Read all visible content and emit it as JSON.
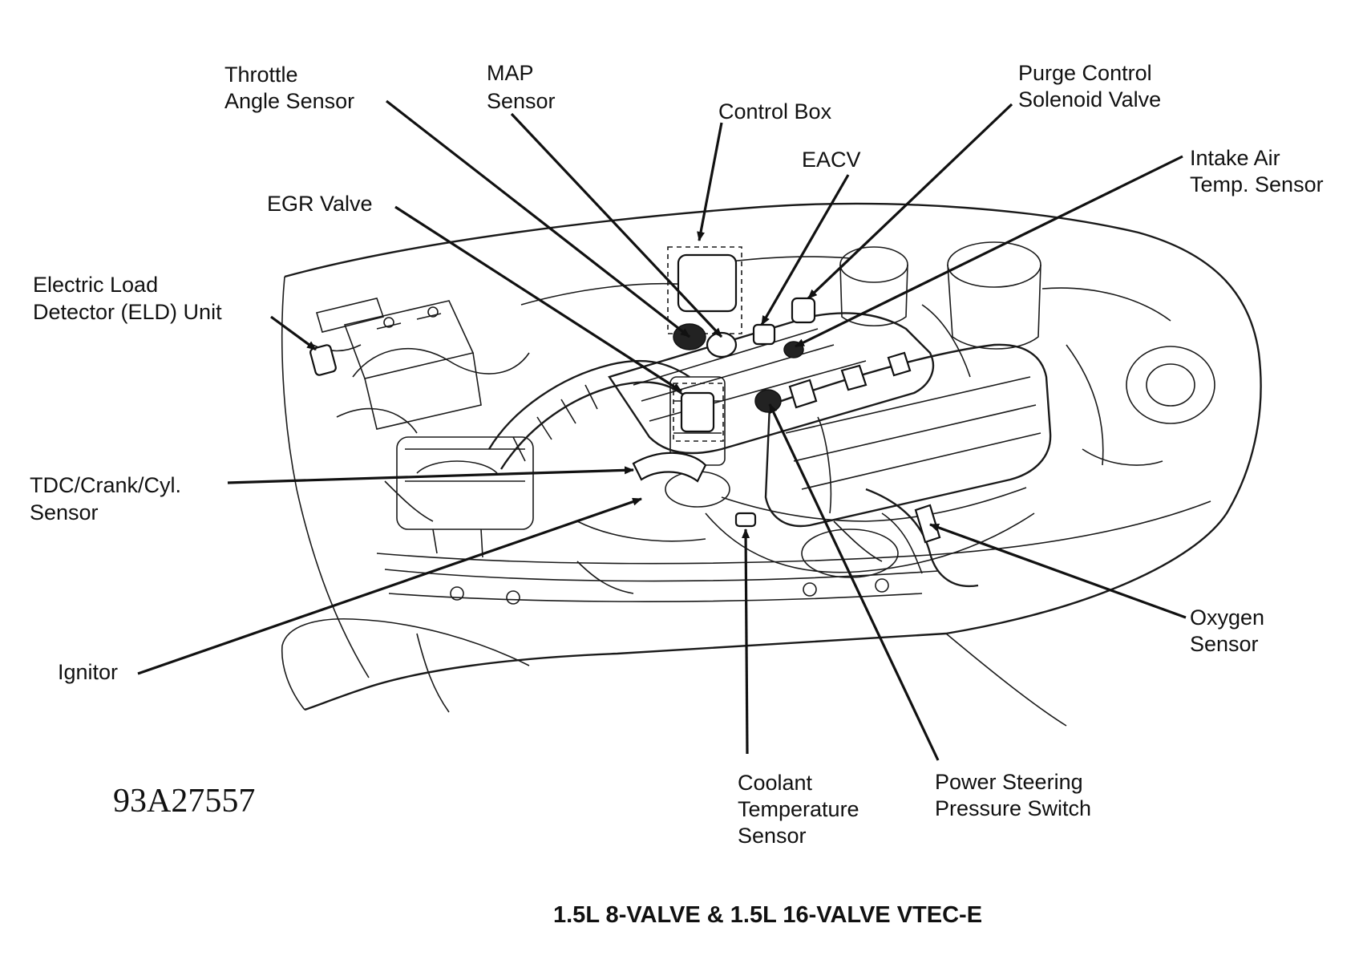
{
  "diagram": {
    "figure_code": "93A27557",
    "caption": "1.5L 8-VALVE & 1.5L 16-VALVE VTEC-E",
    "labels": {
      "throttle_angle_sensor": [
        "Throttle",
        "Angle Sensor"
      ],
      "map_sensor": [
        "MAP",
        "Sensor"
      ],
      "control_box": [
        "Control Box"
      ],
      "purge_control_solenoid_valve": [
        "Purge Control",
        "Solenoid Valve"
      ],
      "eacv": [
        "EACV"
      ],
      "intake_air_temp_sensor": [
        "Intake Air",
        "Temp. Sensor"
      ],
      "egr_valve": [
        "EGR Valve"
      ],
      "eld_unit": [
        "Electric Load",
        "Detector (ELD) Unit"
      ],
      "tdc_crank_cyl_sensor": [
        "TDC/Crank/Cyl.",
        "Sensor"
      ],
      "ignitor": [
        "Ignitor"
      ],
      "oxygen_sensor": [
        "Oxygen",
        "Sensor"
      ],
      "coolant_temperature_sensor": [
        "Coolant",
        "Temperature",
        "Sensor"
      ],
      "power_steering_pressure_switch": [
        "Power Steering",
        "Pressure Switch"
      ]
    }
  }
}
